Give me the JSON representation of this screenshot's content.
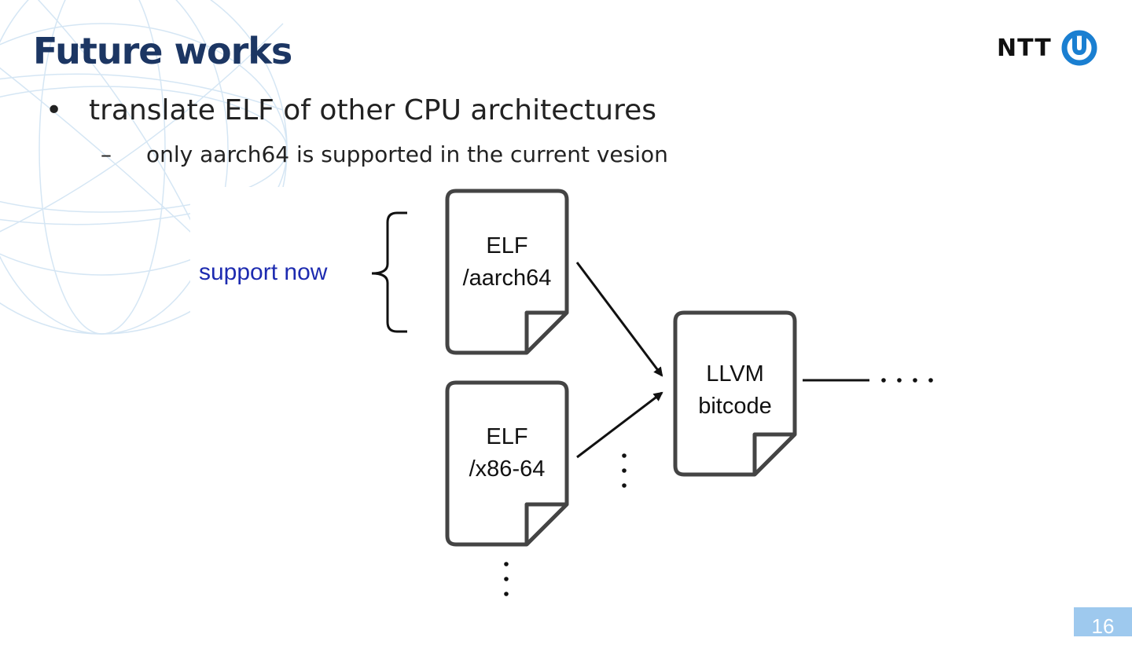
{
  "slide": {
    "title": "Future works",
    "page_number": "16"
  },
  "logo": {
    "text": "NTT"
  },
  "bullets": {
    "level1": "translate ELF of other CPU architectures",
    "level2": "only aarch64 is supported in the current vesion"
  },
  "diagram": {
    "support_label": "support now",
    "elf_aarch64": {
      "line1": "ELF",
      "line2": "/aarch64"
    },
    "elf_x86": {
      "line1": "ELF",
      "line2": "/x86-64"
    },
    "llvm": {
      "line1": "LLVM",
      "line2": "bitcode"
    }
  },
  "colors": {
    "title": "#1c3663",
    "support_label": "#1d2bb0",
    "logo_ring": "#1a7fd1",
    "page_tab": "#9ec9ee",
    "doc_stroke": "#444444"
  }
}
